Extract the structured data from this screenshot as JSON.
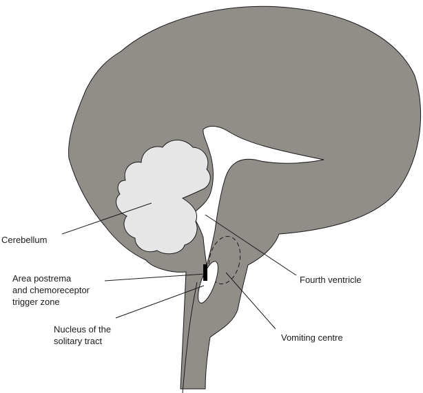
{
  "colors": {
    "brain_fill": "#918e8a",
    "cerebellum_fill": "#e6e6e6",
    "ventricle_fill": "#ffffff",
    "area_postrema_fill": "#000000",
    "outline": "#1a1a1a"
  },
  "labels": {
    "cerebellum": "Cerebellum",
    "area_postrema": {
      "line1": "Area postrema",
      "line2": "and chemoreceptor",
      "line3": "trigger zone"
    },
    "nucleus": {
      "line1": "Nucleus of the",
      "line2": "solitary tract"
    },
    "fourth_ventricle": "Fourth ventricle",
    "vomiting_centre": "Vomiting centre"
  }
}
